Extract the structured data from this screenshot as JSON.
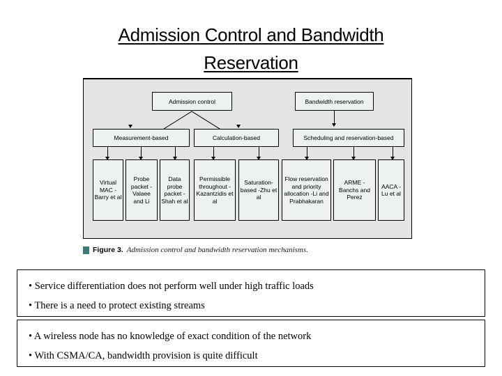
{
  "slide": {
    "title_line1": "Admission Control and Bandwidth",
    "title_line2": "Reservation"
  },
  "figure": {
    "caption_label": "Figure 3.",
    "caption_text": "Admission control and bandwidth reservation mechanisms.",
    "bullet_color": "#3d7a75",
    "panel_background": "#e4e4e4",
    "node_background": "#edf1f0",
    "diagram": {
      "type": "tree",
      "roots": [
        {
          "id": "admission-control",
          "label": "Admission control"
        },
        {
          "id": "bandwidth-reservation",
          "label": "Bandwidth reservation"
        }
      ],
      "categories": [
        {
          "id": "measurement-based",
          "label": "Measurement-based",
          "parent": "admission-control"
        },
        {
          "id": "calculation-based",
          "label": "Calculation-based",
          "parent": "admission-control"
        },
        {
          "id": "scheduling-and-reservation-based",
          "label": "Scheduling and reservation-based",
          "parent": "bandwidth-reservation"
        }
      ],
      "leaves": [
        {
          "id": "virtual-mac",
          "label": "Virtual MAC -Barry et al",
          "parent": "measurement-based"
        },
        {
          "id": "probe-packet",
          "label": "Probe packet -Valaee and Li",
          "parent": "measurement-based"
        },
        {
          "id": "data-probe-packet",
          "label": "Data probe packet -Shah et al",
          "parent": "measurement-based"
        },
        {
          "id": "permissible-throughout",
          "label": "Permissible throughout -Kazantzidis et al",
          "parent": "calculation-based"
        },
        {
          "id": "saturation-based",
          "label": "Saturation-based -Zhu et al",
          "parent": "calculation-based"
        },
        {
          "id": "flow-reservation",
          "label": "Flow reservation and priority allocation -Li and Prabhakaran",
          "parent": "scheduling-and-reservation-based"
        },
        {
          "id": "arme",
          "label": "ARME -Banchs and Perez",
          "parent": "scheduling-and-reservation-based"
        },
        {
          "id": "aaca",
          "label": "AACA -Lu et al",
          "parent": "scheduling-and-reservation-based"
        }
      ]
    }
  },
  "notes": {
    "box_a": [
      "• Service differentiation does not perform well under high traffic loads",
      "• There is a need to protect existing streams"
    ],
    "box_b": [
      "• A wireless node has no knowledge of exact condition of the network",
      "• With CSMA/CA, bandwidth provision is quite difficult"
    ]
  }
}
